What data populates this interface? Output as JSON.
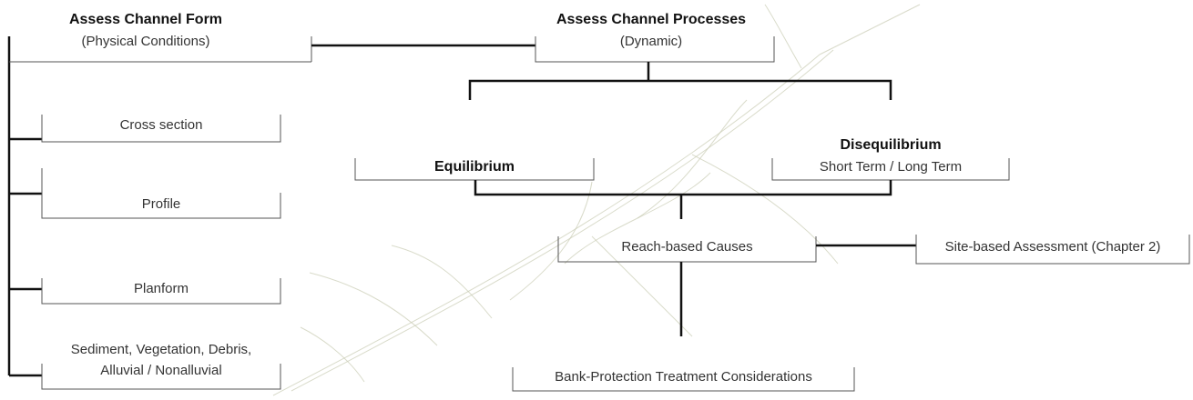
{
  "form": {
    "title": "Assess Channel Form",
    "subtitle": "(Physical Conditions)"
  },
  "processes": {
    "title": "Assess Channel Processes",
    "subtitle": "(Dynamic)"
  },
  "form_items": [
    "Cross section",
    "Profile",
    "Planform",
    "Sediment, Vegetation, Debris,",
    "Alluvial / Nonalluvial"
  ],
  "equilibrium": "Equilibrium",
  "disequilibrium": {
    "title": "Disequilibrium",
    "subtitle": "Short Term / Long Term"
  },
  "reach": "Reach-based Causes",
  "site": "Site-based Assessment (Chapter 2)",
  "bank": "Bank-Protection Treatment Considerations"
}
